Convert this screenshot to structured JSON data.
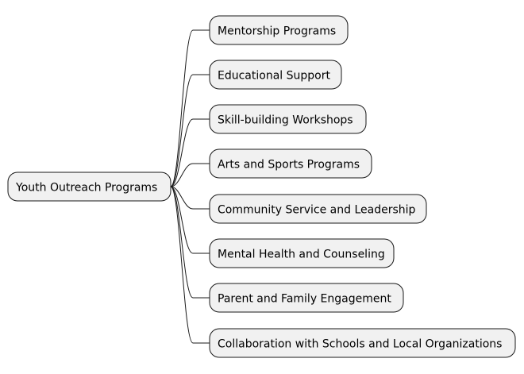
{
  "mindmap": {
    "root": {
      "label": "Youth Outreach Programs"
    },
    "children": [
      {
        "label": "Mentorship Programs"
      },
      {
        "label": "Educational Support"
      },
      {
        "label": "Skill-building Workshops"
      },
      {
        "label": "Arts and Sports Programs"
      },
      {
        "label": "Community Service and Leadership"
      },
      {
        "label": "Mental Health and Counseling"
      },
      {
        "label": "Parent and Family Engagement"
      },
      {
        "label": "Collaboration with Schools and Local Organizations"
      }
    ],
    "colors": {
      "node_fill": "#f1f1f1",
      "node_stroke": "#181818",
      "edge_stroke": "#181818",
      "text": "#000000"
    }
  }
}
